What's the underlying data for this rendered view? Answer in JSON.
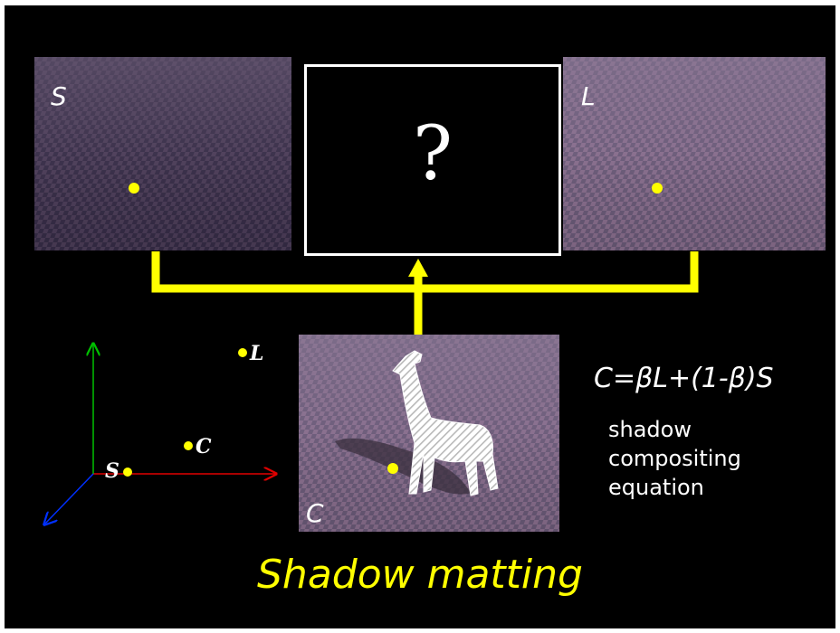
{
  "panels": {
    "shadow_image": {
      "label": "S"
    },
    "lit_image": {
      "label": "L"
    },
    "composite_image": {
      "label": "C"
    },
    "unknown_box": {
      "symbol": "?"
    }
  },
  "equation": {
    "text": "C=βL+(1-β)S",
    "description_lines": [
      "shadow",
      "compositing",
      "equation"
    ]
  },
  "color_space_plot": {
    "point_labels": {
      "lit": "L",
      "composite": "C",
      "shadow": "S"
    },
    "axis_colors": {
      "x": "#e00000",
      "y": "#00c000",
      "z": "#0030ff"
    }
  },
  "title": "Shadow matting",
  "colors": {
    "background": "#000000",
    "accent": "#ffff00",
    "text": "#ffffff",
    "ground_base": "#5a4a6a"
  }
}
